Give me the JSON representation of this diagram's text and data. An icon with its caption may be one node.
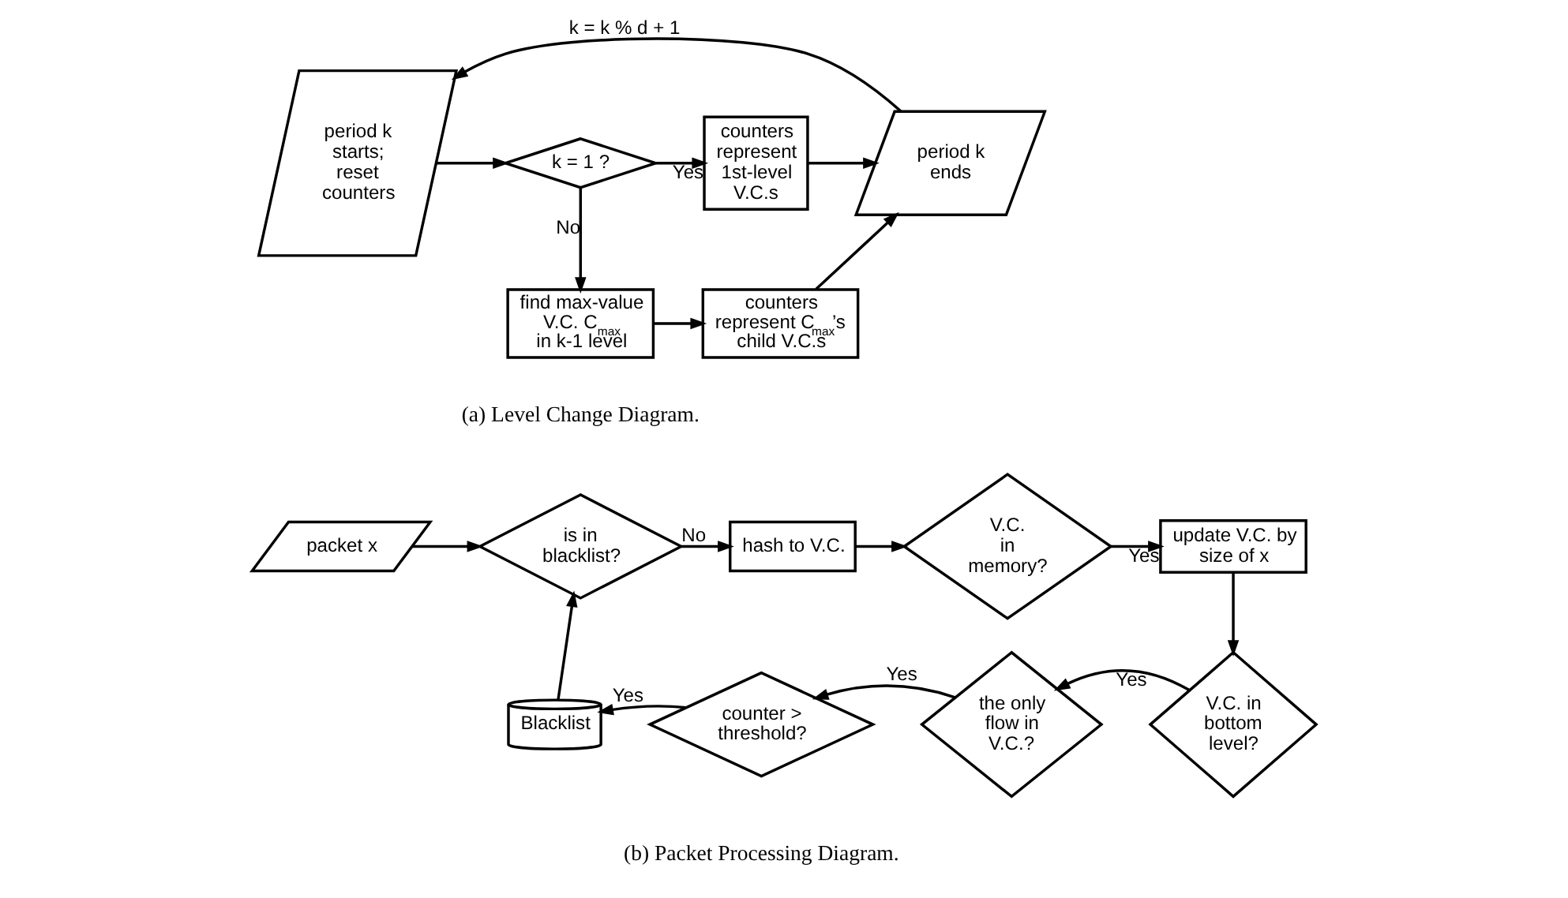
{
  "diagram": {
    "nodes": [
      {
        "text": [
          "period k starts; reset counters"
        ]
      },
      {
        "text": [
          "k = 1 ?"
        ]
      },
      {
        "text": [
          "counters represent 1st-level V.C.s"
        ]
      },
      {
        "text": [
          "period k ends"
        ]
      },
      {
        "text": [
          "find max-value V.C. C$_{max}$ in k-1 level"
        ]
      },
      {
        "text": [
          "counters represent C$_{max}$’s child V.C.s"
        ]
      },
      {
        "text": [
          "packet x"
        ]
      },
      {
        "text": [
          "is in blacklist?"
        ]
      },
      {
        "text": [
          "hash to V.C."
        ]
      },
      {
        "text": [
          "V.C. in memory?"
        ]
      },
      {
        "text": [
          "update V.C. by size of x"
        ]
      },
      {
        "text": [
          "V.C. in bottom level?"
        ]
      },
      {
        "text": [
          "the only flow in V.C.?"
        ]
      },
      {
        "text": [
          "counter > threshold?"
        ]
      },
      {
        "text": [
          "Blacklist"
        ]
      }
    ],
    "edges": [
      {
        "from": 0,
        "to": 1,
        "arrow": "to"
      },
      {
        "from": 1,
        "to": 2,
        "arrow": "to",
        "label": "Yes"
      },
      {
        "from": 2,
        "to": 3,
        "arrow": "to"
      },
      {
        "from": 3,
        "to": 0,
        "arrow": "to",
        "label": "k = k % d + 1"
      },
      {
        "from": 1,
        "to": 4,
        "arrow": "to",
        "label": "No"
      },
      {
        "from": 4,
        "to": 5,
        "arrow": "to"
      },
      {
        "from": 5,
        "to": 3,
        "arrow": "to"
      },
      {
        "from": 6,
        "to": 7,
        "arrow": "to"
      },
      {
        "from": 7,
        "to": 8,
        "arrow": "to",
        "label": "No"
      },
      {
        "from": 8,
        "to": 9,
        "arrow": "to"
      },
      {
        "from": 9,
        "to": 10,
        "arrow": "to",
        "label": "Yes"
      },
      {
        "from": 10,
        "to": 11,
        "arrow": "to"
      },
      {
        "from": 11,
        "to": 12,
        "arrow": "to",
        "label": "Yes"
      },
      {
        "from": 12,
        "to": 13,
        "arrow": "to",
        "label": "Yes"
      },
      {
        "from": 13,
        "to": 14,
        "arrow": "to",
        "label": "Yes"
      },
      {
        "from": 14,
        "to": 7,
        "arrow": "to"
      }
    ],
    "labels": [
      "(a) Level Change Diagram.",
      "(b) Packet Processing Diagram."
    ]
  }
}
